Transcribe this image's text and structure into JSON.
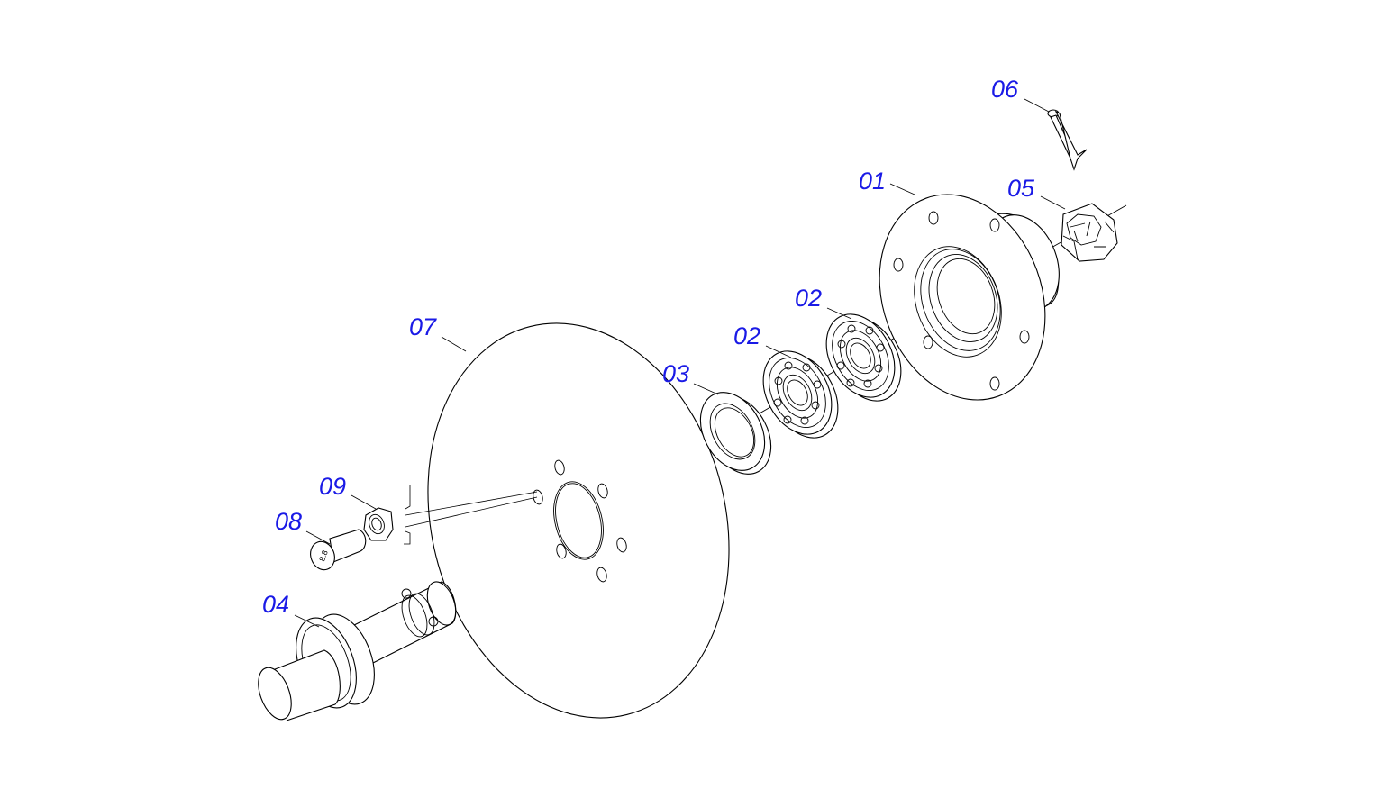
{
  "diagram": {
    "type": "exploded-assembly-drawing",
    "callout_color": "#1a1ae6",
    "line_color": "#000000",
    "background": "#ffffff",
    "callouts": {
      "hub": "01",
      "bearing_inner": "02",
      "bearing_outer": "02",
      "seal": "03",
      "axle": "04",
      "castle_nut": "05",
      "cotter_pin": "06",
      "disc": "07",
      "bolt": "08",
      "nut": "09"
    },
    "bolt_head_marking": "8.8"
  }
}
